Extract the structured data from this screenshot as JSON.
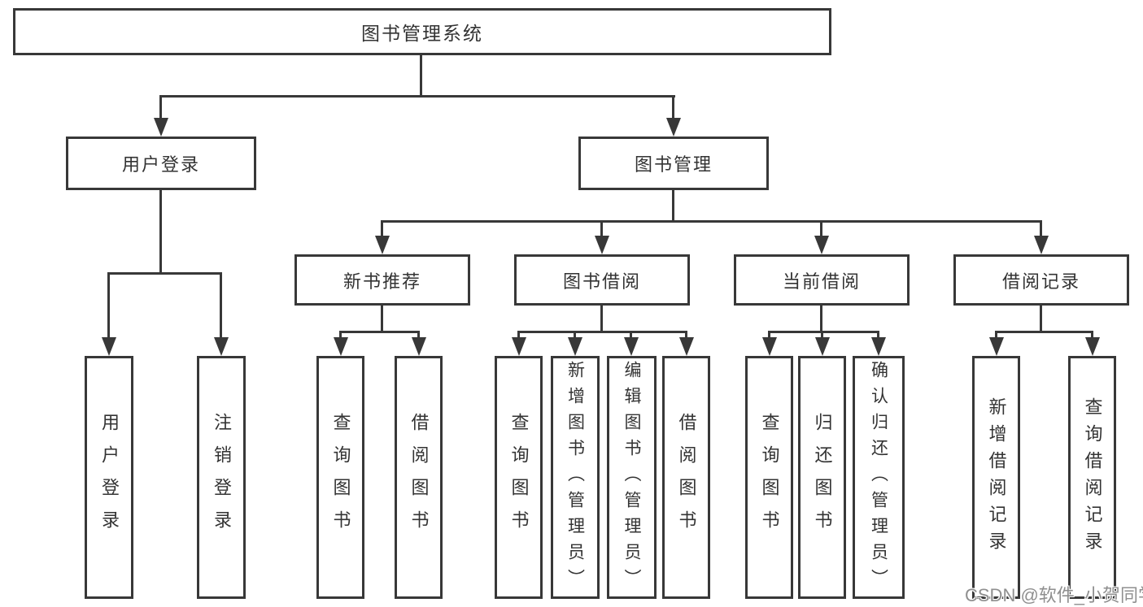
{
  "diagram_type": "hierarchy-tree",
  "tree": {
    "label": "图书管理系统",
    "children": [
      {
        "label": "用户登录",
        "children": [
          {
            "label": "用户登录"
          },
          {
            "label": "注销登录"
          }
        ]
      },
      {
        "label": "图书管理",
        "children": [
          {
            "label": "新书推荐",
            "children": [
              {
                "label": "查询图书"
              },
              {
                "label": "借阅图书"
              }
            ]
          },
          {
            "label": "图书借阅",
            "children": [
              {
                "label": "查询图书"
              },
              {
                "label": "新增图书（管理员）"
              },
              {
                "label": "编辑图书（管理员）"
              },
              {
                "label": "借阅图书"
              }
            ]
          },
          {
            "label": "当前借阅",
            "children": [
              {
                "label": "查询图书"
              },
              {
                "label": "归还图书"
              },
              {
                "label": "确认归还（管理员）"
              }
            ]
          },
          {
            "label": "借阅记录",
            "children": [
              {
                "label": "新增借阅记录"
              },
              {
                "label": "查询借阅记录"
              }
            ]
          }
        ]
      }
    ]
  },
  "watermark": {
    "text": "CSDN @软件_小贺同学"
  },
  "colors": {
    "line": "#383838",
    "text": "#333333",
    "background": "#ffffff",
    "watermark": "#8f8f8f"
  }
}
